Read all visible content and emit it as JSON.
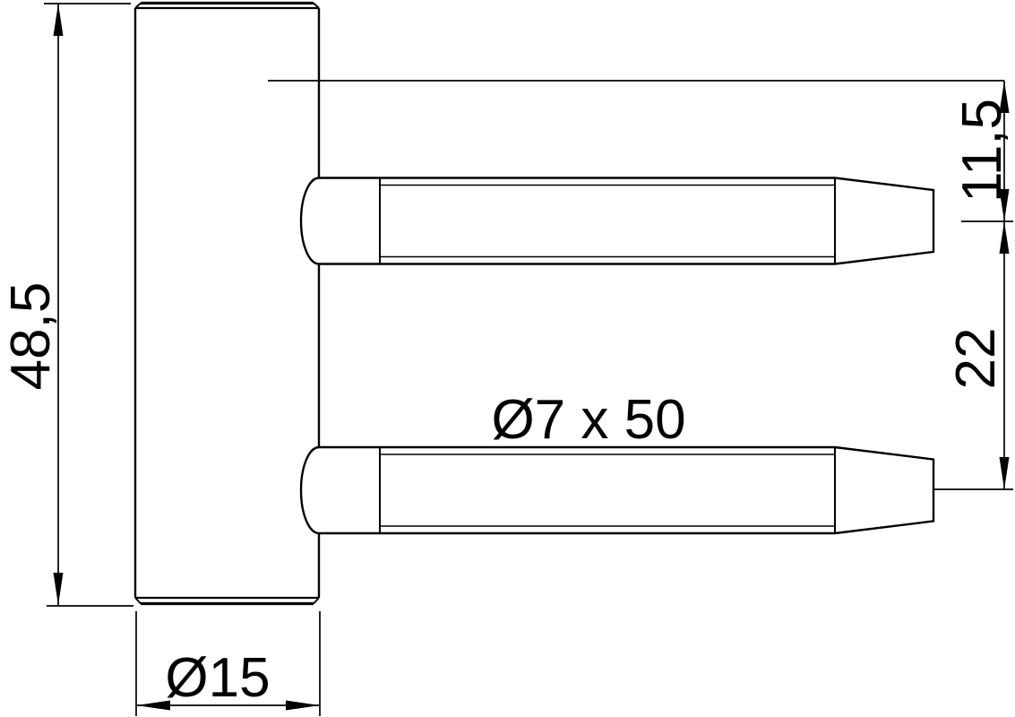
{
  "drawing": {
    "type": "technical-dimension-drawing",
    "subject": "drill-in door hinge frame part, barrel with two threaded pins",
    "background_color": "#ffffff",
    "line_color": "#000000",
    "labels": {
      "overall_height": "48,5",
      "barrel_diameter": "Ø15",
      "pin_size": "Ø7 x 50",
      "top_to_upper_pin": "11,5",
      "pin_spacing": "22"
    }
  }
}
